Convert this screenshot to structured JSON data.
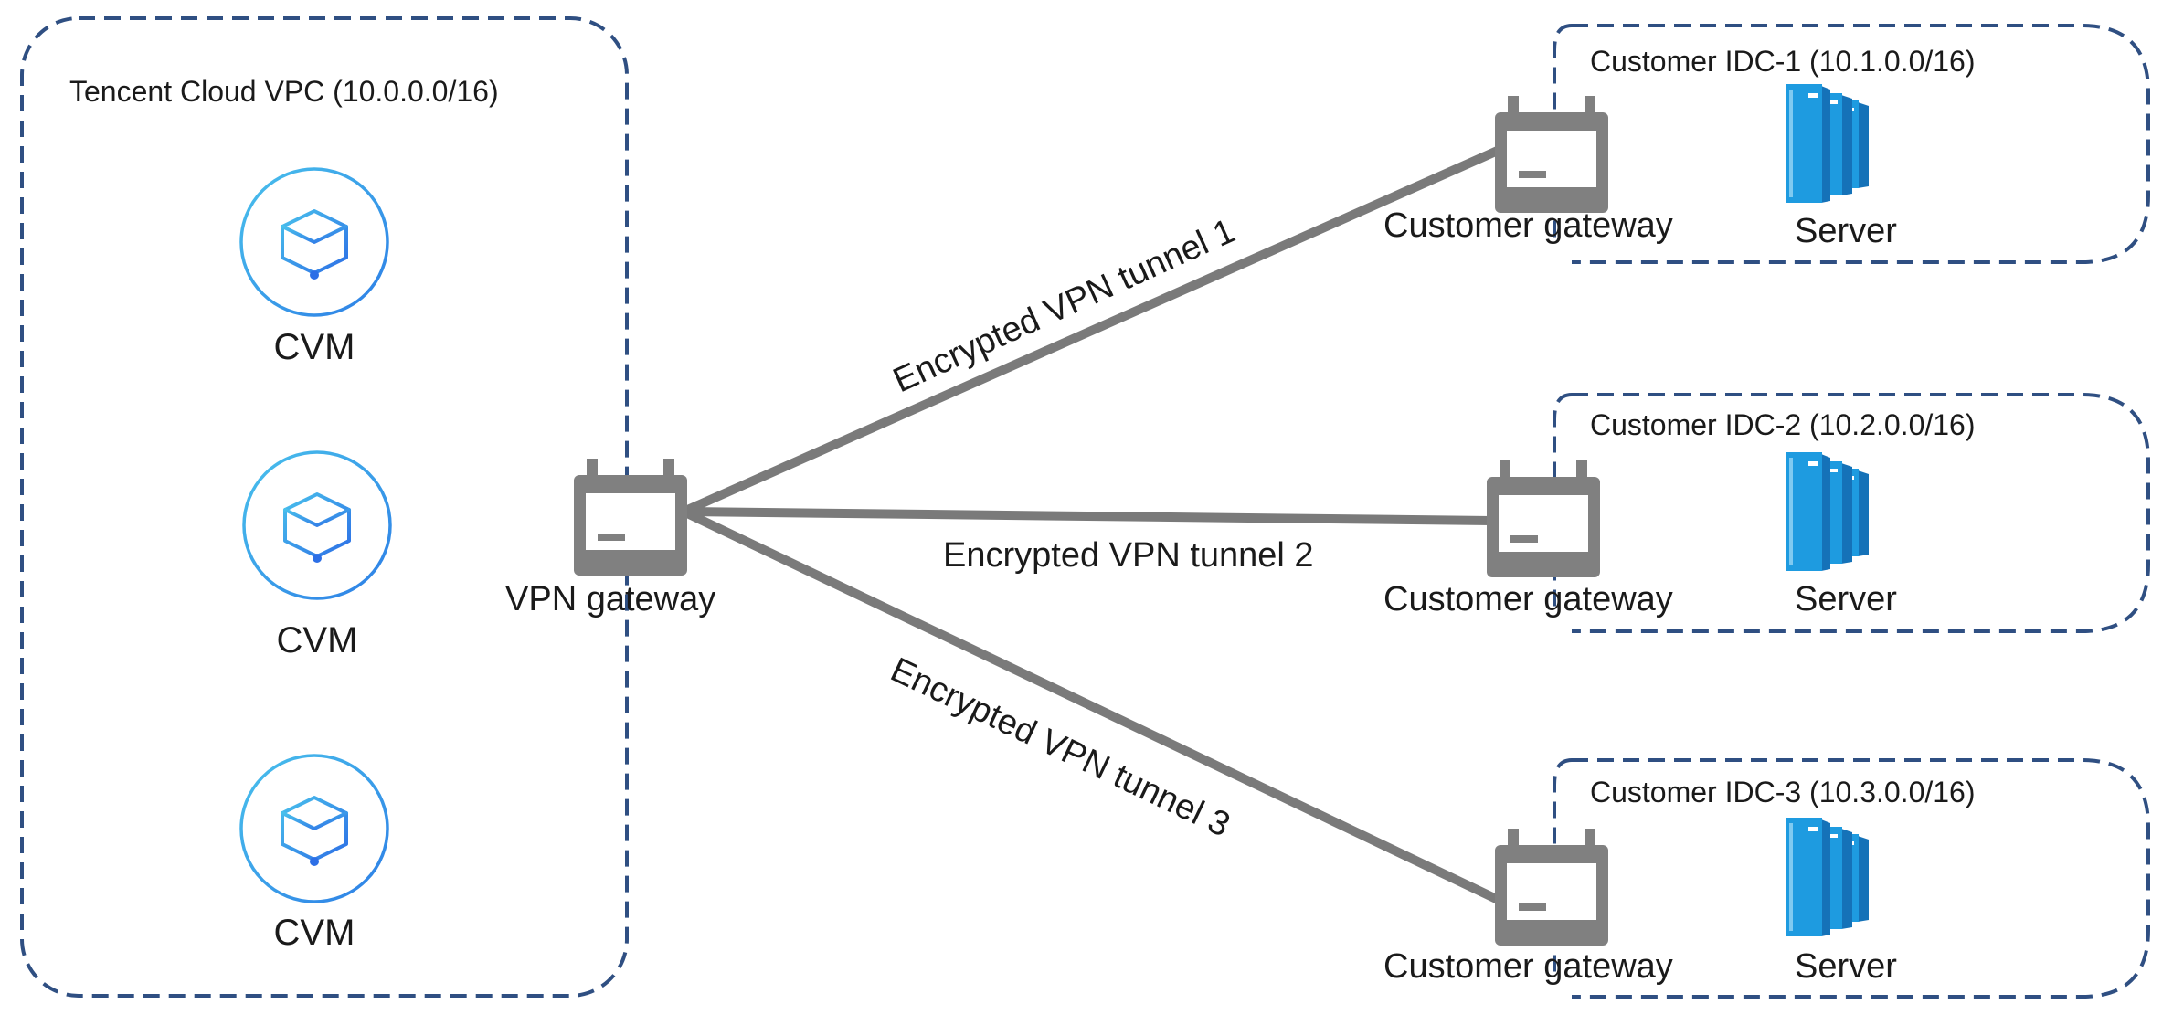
{
  "vpc": {
    "label": "Tencent Cloud VPC (10.0.0.0/16)",
    "instances": [
      {
        "label": "CVM",
        "icon": "cvm-cube-icon"
      },
      {
        "label": "CVM",
        "icon": "cvm-cube-icon"
      },
      {
        "label": "CVM",
        "icon": "cvm-cube-icon"
      }
    ]
  },
  "vpn_gateway": {
    "label": "VPN gateway",
    "icon": "gateway-icon"
  },
  "tunnels": [
    {
      "label": "Encrypted VPN tunnel 1"
    },
    {
      "label": "Encrypted VPN tunnel 2"
    },
    {
      "label": "Encrypted VPN tunnel 3"
    }
  ],
  "idcs": [
    {
      "label": "Customer IDC-1 (10.1.0.0/16)",
      "gateway_label": "Customer gateway",
      "server_label": "Server"
    },
    {
      "label": "Customer IDC-2 (10.2.0.0/16)",
      "gateway_label": "Customer gateway",
      "server_label": "Server"
    },
    {
      "label": "Customer IDC-3 (10.3.0.0/16)",
      "gateway_label": "Customer gateway",
      "server_label": "Server"
    }
  ],
  "colors": {
    "border_dashed": "#2f4f82",
    "tunnel_line": "#7a7a7a",
    "gateway_gray": "#808080",
    "server_blue": "#1e9be0",
    "cvm_ring": "#43b1ea"
  }
}
